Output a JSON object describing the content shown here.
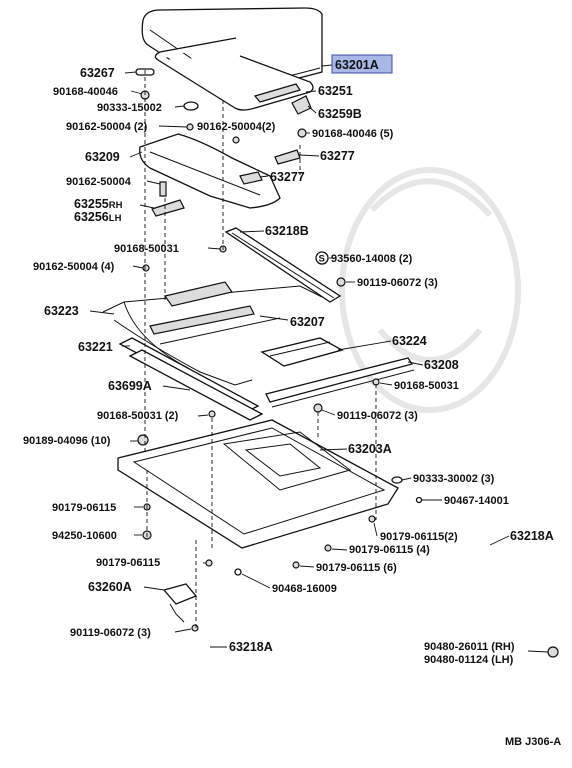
{
  "diagram": {
    "footer_code": "MB J306-A",
    "highlight_color": "#a9b7e8",
    "highlighted_part": "63201A",
    "callouts": {
      "c63267": "63267",
      "c90168_40046a": "90168-40046",
      "c90333_15002": "90333-15002",
      "c90162_50004_2a": "90162-50004 (2)",
      "c63209": "63209",
      "c90162_50004": "90162-50004",
      "c63255": "63255",
      "c63255_suffix": "RH",
      "c63256": "63256",
      "c63256_suffix": "LH",
      "c63201A": "63201A",
      "c63251": "63251",
      "c63259B": "63259B",
      "c90162_50004_2b": "90162-50004(2)",
      "c90168_40046_5": "90168-40046 (5)",
      "c63277a": "63277",
      "c63277b": "63277",
      "c63218B": "63218B",
      "c90168_50031a": "90168-50031",
      "c90162_50004_4": "90162-50004 (4)",
      "c93560_14008": "93560-14008 (2)",
      "c90119_06072_3a": "90119-06072 (3)",
      "c63223": "63223",
      "c63207": "63207",
      "c63224": "63224",
      "c63221": "63221",
      "c63208": "63208",
      "c63699A": "63699A",
      "c90168_50031b": "90168-50031",
      "c90168_50031_2": "90168-50031 (2)",
      "c90119_06072_3b": "90119-06072 (3)",
      "c90189_04096": "90189-04096 (10)",
      "c63203A": "63203A",
      "c90333_30002": "90333-30002 (3)",
      "c90179_06115a": "90179-06115",
      "c90467_14001": "90467-14001",
      "c94250_10600": "94250-10600",
      "c90179_06115_2": "90179-06115(2)",
      "c63218A_right": "63218A",
      "c90179_06115_4": "90179-06115 (4)",
      "c90179_06115b": "90179-06115",
      "c90179_06115_6": "90179-06115 (6)",
      "c63260A": "63260A",
      "c90468_16009": "90468-16009",
      "c90119_06072_3c": "90119-06072 (3)",
      "c63218A_bottom": "63218A",
      "c90480_26011": "90480-26011 (RH)",
      "c90480_01124": "90480-01124 (LH)",
      "s_symbol": "S"
    }
  }
}
